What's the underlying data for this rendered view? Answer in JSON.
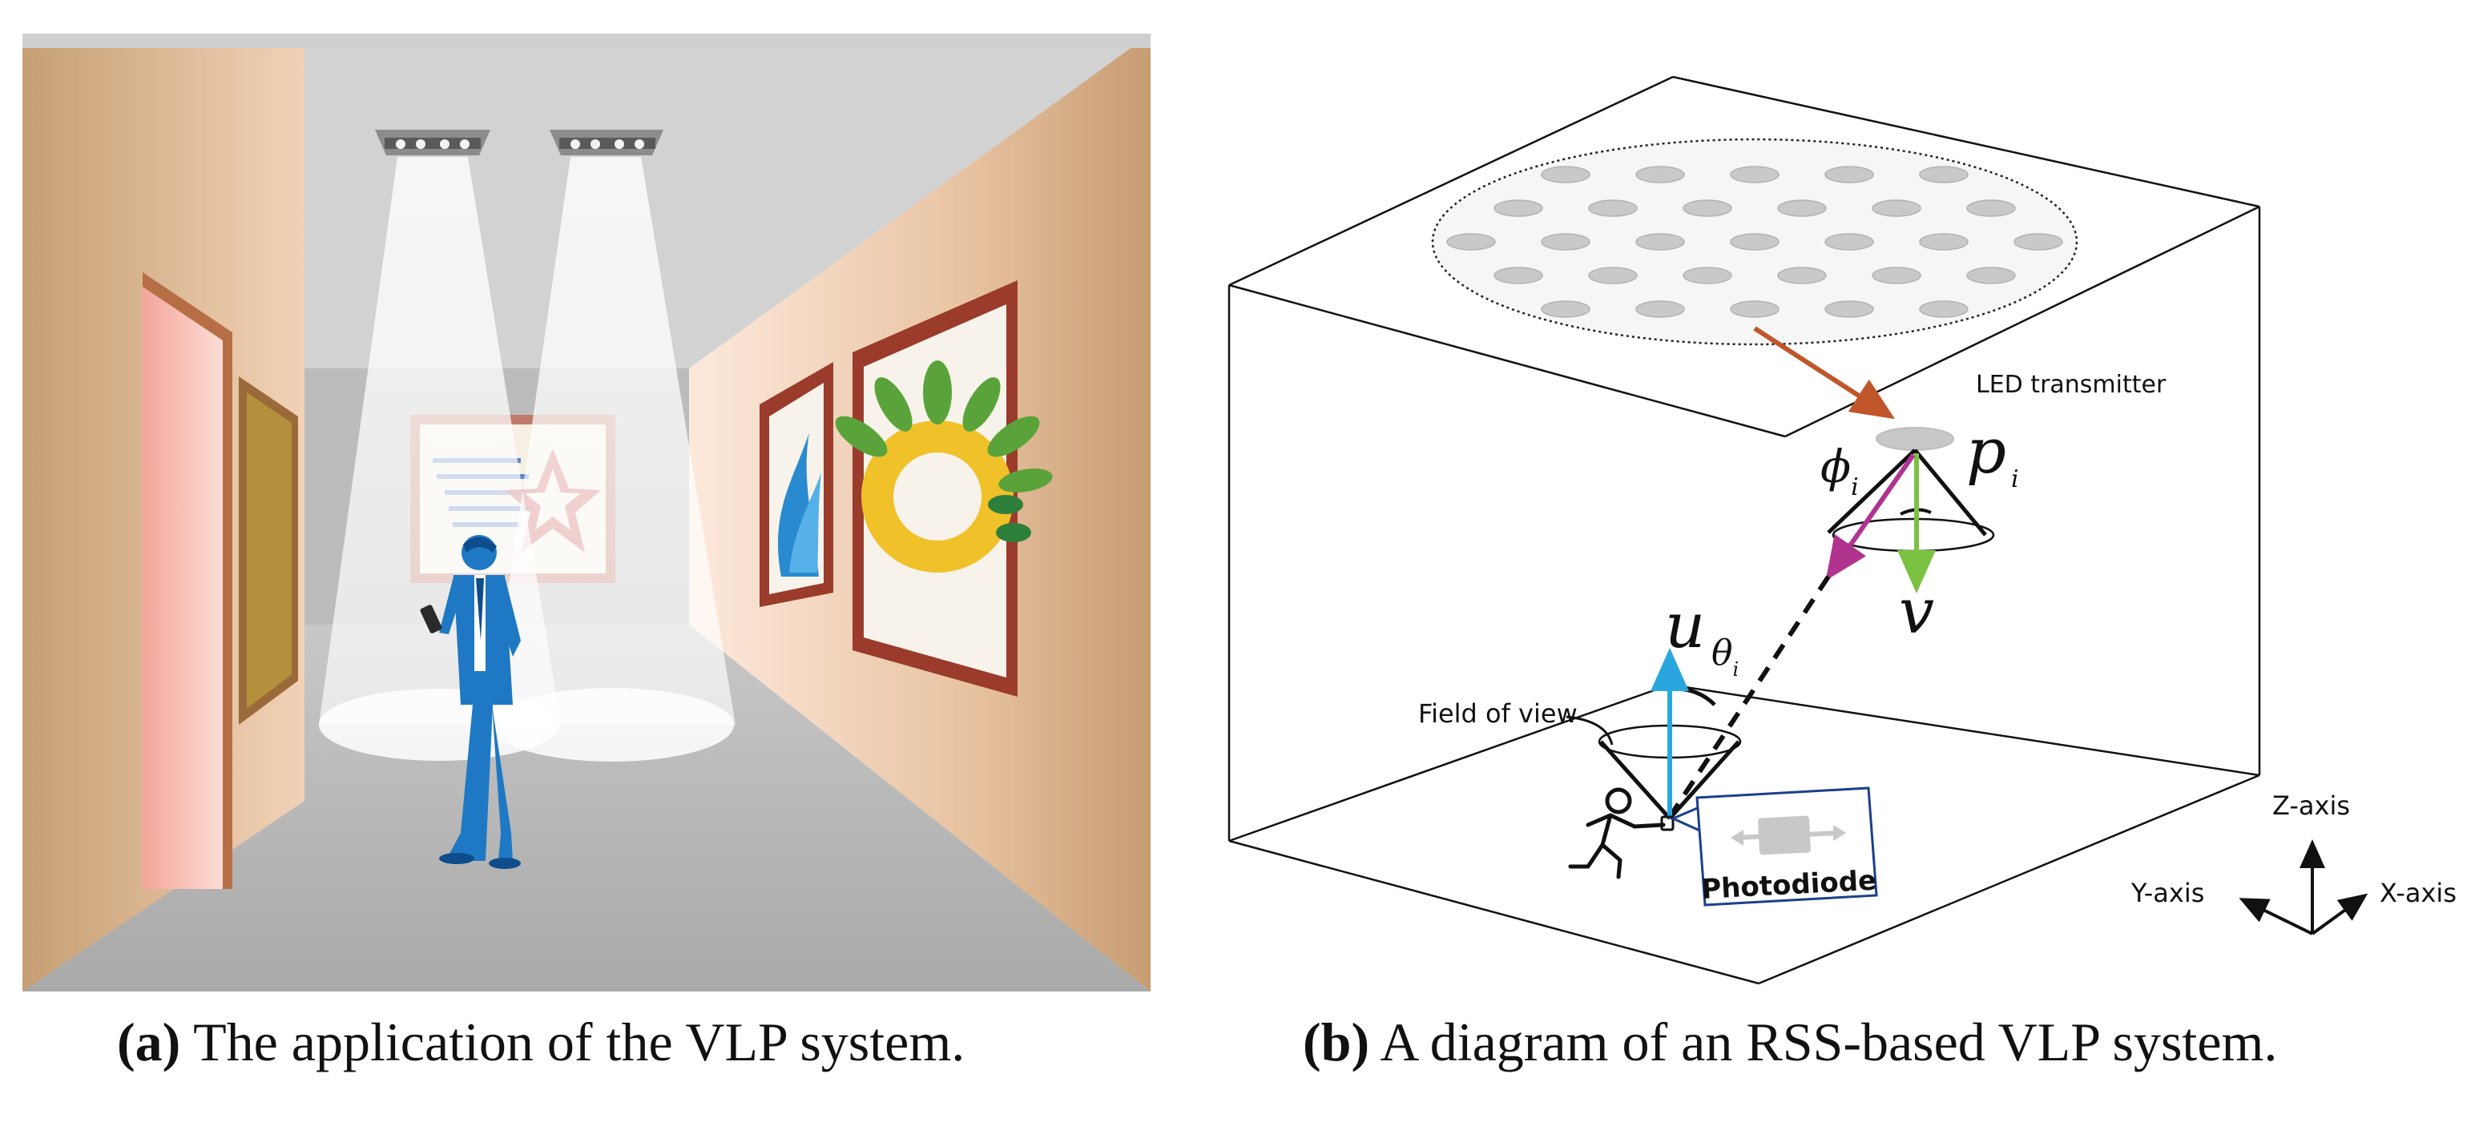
{
  "panel_a": {
    "caption_tag": "(a)",
    "caption_text": "The application of the VLP system."
  },
  "panel_b": {
    "caption_tag": "(b)",
    "caption_text": "A diagram of an RSS-based VLP system.",
    "labels": {
      "led_transmitter": "LED transmitter",
      "field_of_view": "Field of view",
      "photodiode": "Photodiode",
      "z_axis": "Z-axis",
      "y_axis": "Y-axis",
      "x_axis": "X-axis",
      "phi": "ϕ",
      "phi_sub": "i",
      "p": "p",
      "p_sub": "i",
      "v": "v",
      "u": "u",
      "theta": "θ",
      "theta_sub": "i"
    },
    "colors": {
      "led_arrow": "#c0562a",
      "v_arrow": "#7cc242",
      "phi_arrow": "#b0338f",
      "u_arrow": "#2aa6df",
      "photodiode_box": "#1b3f8c"
    }
  }
}
